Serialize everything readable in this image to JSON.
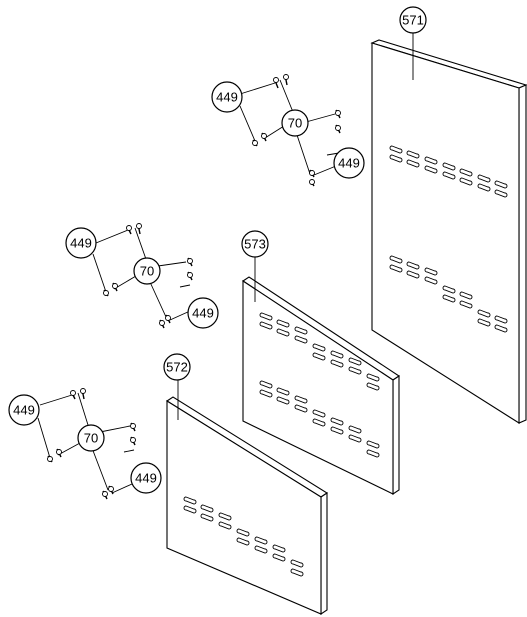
{
  "callouts": {
    "panel_571": "571",
    "panel_573": "573",
    "panel_572": "572",
    "screw_group_top": "70",
    "screw_group_mid": "70",
    "screw_group_bottom": "70",
    "screw_top_a": "449",
    "screw_top_b": "449",
    "screw_mid_a": "449",
    "screw_mid_b": "449",
    "screw_bottom_a": "449",
    "screw_bottom_b": "449"
  }
}
